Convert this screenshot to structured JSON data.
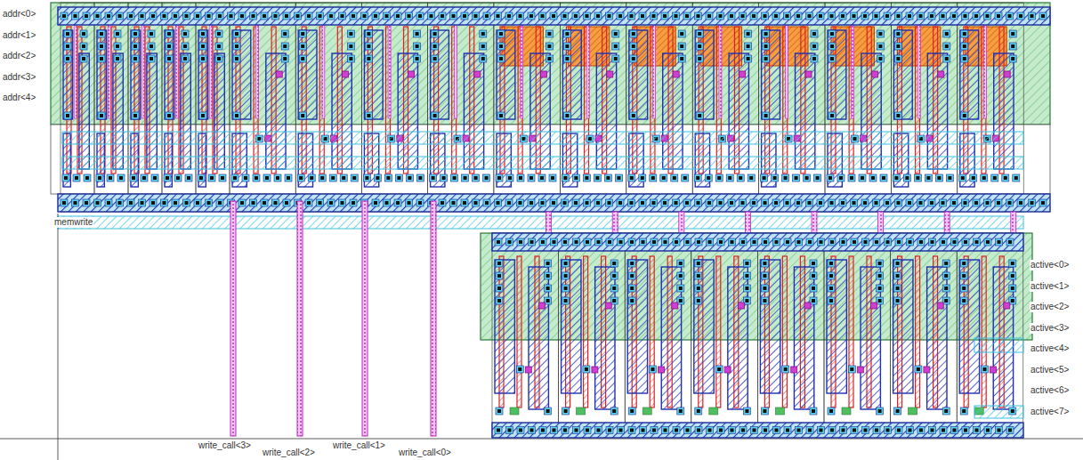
{
  "diagram": {
    "labels": [
      "addr<0>",
      "addr<1>",
      "addr<2>",
      "addr<3>",
      "addr<4>",
      "memwrite",
      "active<0>",
      "active<1>",
      "active<2>",
      "active<3>",
      "active<4>",
      "active<5>",
      "active<6>",
      "active<7>",
      "write_call<3>",
      "write_call<2>",
      "write_call<1>",
      "write_call<0>"
    ]
  }
}
